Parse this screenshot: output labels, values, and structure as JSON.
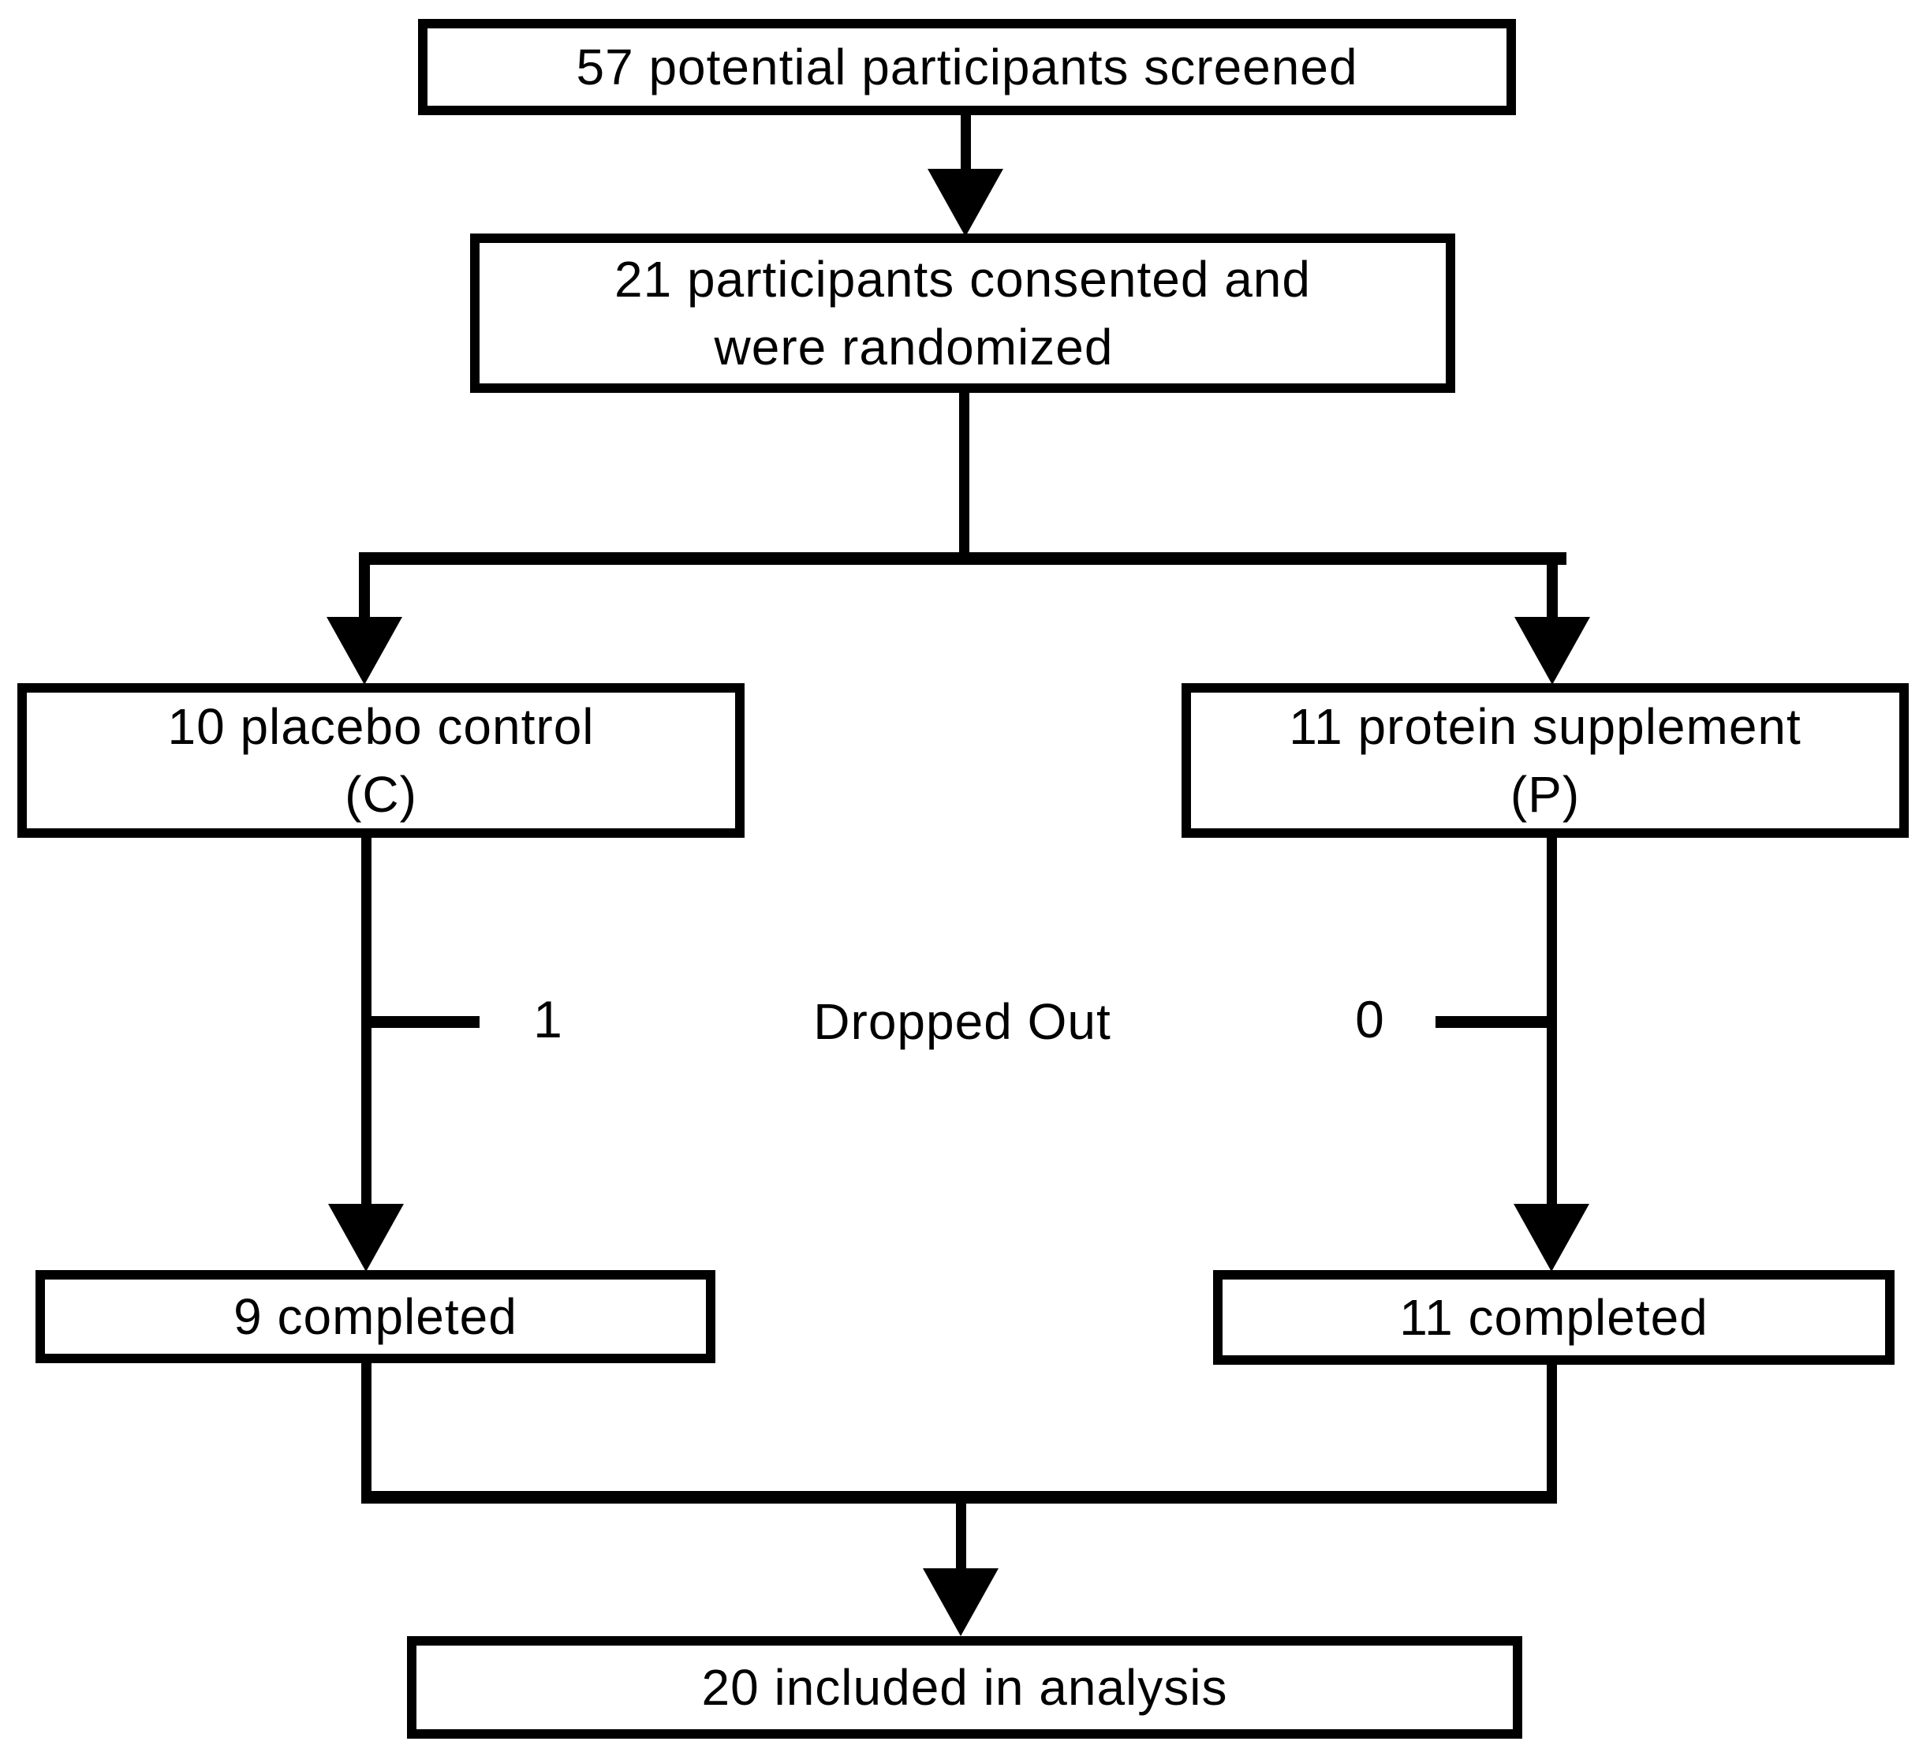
{
  "figure": {
    "type": "consort-participant-flow-diagram",
    "colors": {
      "background": "#ffffff",
      "line": "#000000",
      "box_fill": "#ffffff",
      "text": "#000000"
    },
    "boxes": {
      "screened": "57 potential participants screened",
      "randomized": {
        "line1": "21 participants consented and",
        "line2": "were randomized"
      },
      "placebo": {
        "line1": "10 placebo control",
        "line2": "(C)"
      },
      "protein": {
        "line1": "11 protein supplement",
        "line2": "(P)"
      },
      "placebo_completed": "9 completed",
      "protein_completed": "11 completed",
      "analysis": "20 included in analysis"
    },
    "dropout": {
      "label": "Dropped Out",
      "placebo_count": "1",
      "protein_count": "0"
    }
  }
}
